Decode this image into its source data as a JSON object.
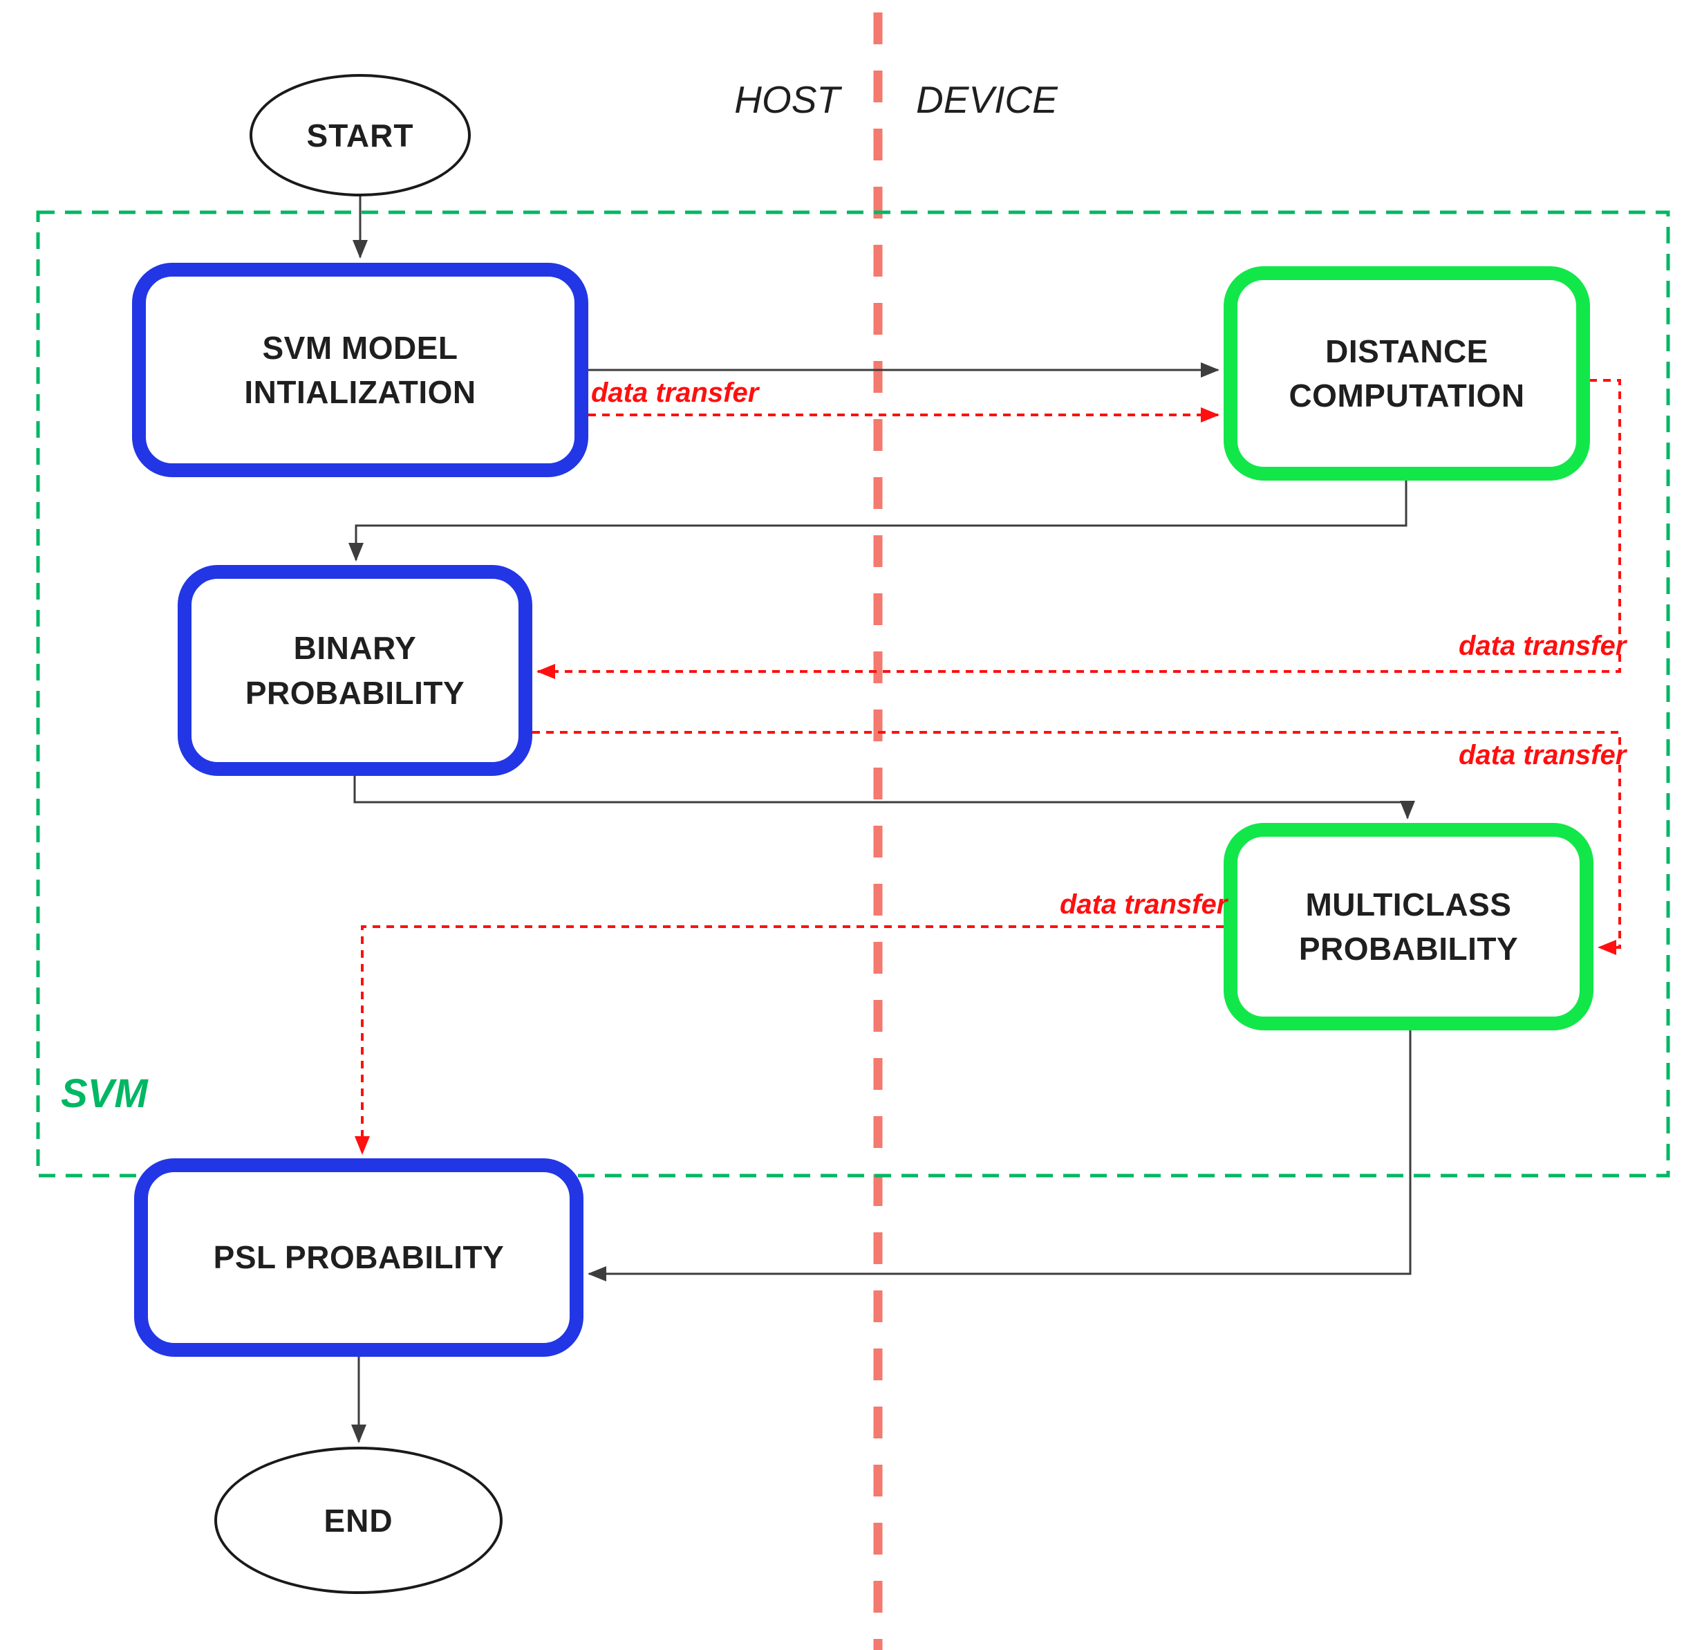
{
  "lanes": {
    "host": "HOST",
    "device": "DEVICE"
  },
  "region": {
    "label": "SVM"
  },
  "nodes": {
    "start": "START",
    "svm_init": "SVM MODEL INTIALIZATION",
    "distance": "DISTANCE COMPUTATION",
    "binary": "BINARY PROBABILITY",
    "multiclass": "MULTICLASS PROBABILITY",
    "psl": "PSL PROBABILITY",
    "end": "END"
  },
  "edges": {
    "transfer_label_1": "data transfer",
    "transfer_label_2": "data transfer",
    "transfer_label_3": "data transfer",
    "transfer_label_4": "data transfer"
  },
  "colors": {
    "host_node_border": "#2236e6",
    "device_node_border": "#12e74a",
    "region_border": "#00b763",
    "region_label": "#00b763",
    "divider": "#f4796e",
    "transfer": "#ff0f0f",
    "flow": "#3d3d3d",
    "terminal_outline": "#1a1a1a"
  }
}
